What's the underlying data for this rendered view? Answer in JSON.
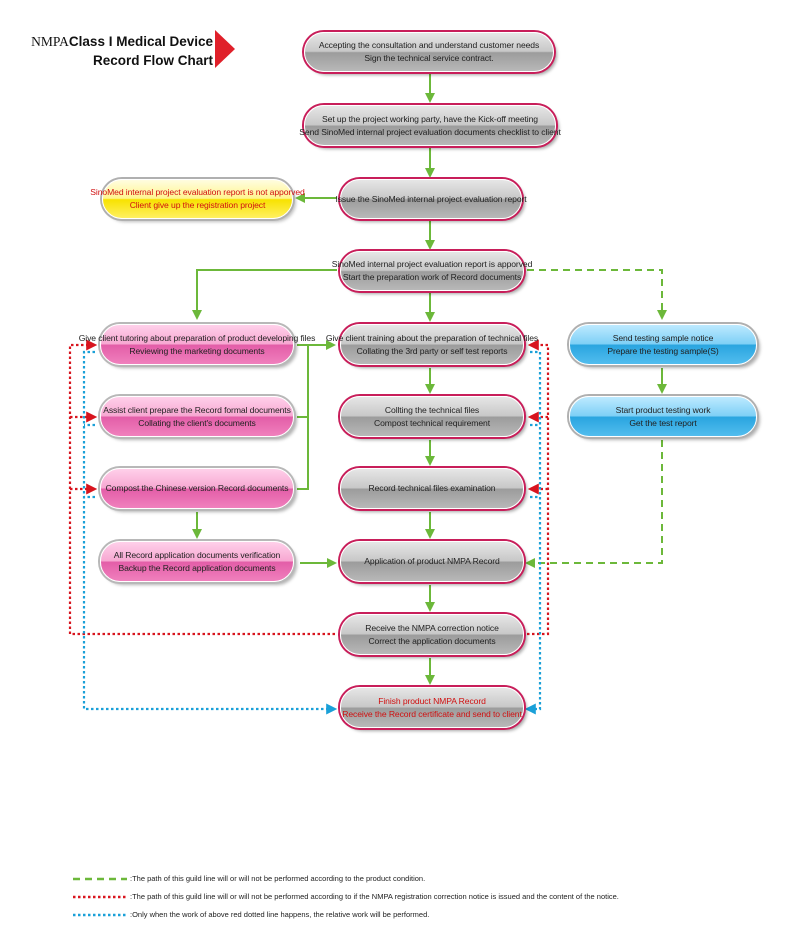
{
  "title": {
    "prefix": "NMPA",
    "line1_rest": "Class I Medical Device",
    "line2": "Record Flow Chart"
  },
  "steps": {
    "consultation": [
      "Accepting the consultation and understand customer needs",
      "Sign the technical service contract."
    ],
    "project_party": [
      "Set up the project working party, have the Kick-off meeting",
      "Send SinoMed internal project evaluation documents checklist to client"
    ],
    "evaluation_report": [
      "Issue the SinoMed internal project evaluation report"
    ],
    "not_approved": [
      "SinoMed internal project evaluation report is not apporved",
      "Client give up the registration project"
    ],
    "approved": [
      "SinoMed internal project evaluation report is apporved",
      "Start the preparation work of Record documents"
    ],
    "tutoring": [
      "Give client tutoring about preparation of product developing files",
      "Reviewing the marketing documents"
    ],
    "assist": [
      "Assist client prepare the Record formal documents",
      "Collating the client's documents"
    ],
    "chinese": [
      "Compost the Chinese version Record documents"
    ],
    "verification": [
      "All Record application documents verification",
      "Backup the Record application documents"
    ],
    "training": [
      "Give client training about the preparation of technical files",
      "Collating the 3rd party or self test reports"
    ],
    "collating": [
      "Collting the technical files",
      "Compost technical requirement"
    ],
    "examination": [
      "Record technical files examination"
    ],
    "application": [
      "Application of product NMPA Record"
    ],
    "correction": [
      "Receive the NMPA correction notice",
      "Correct the application documents"
    ],
    "finish": [
      "Finish product NMPA Record",
      "Receive the Record certificate and send to client"
    ],
    "testing_notice": [
      "Send testing sample notice",
      "Prepare the testing sample(S)"
    ],
    "testing_work": [
      "Start product testing work",
      "Get the test report"
    ]
  },
  "legend": [
    ":The path of this guild line will or will not be performed according to the product condition.",
    ":The path of this guild line will or will not be performed according to if the NMPA registration correction notice is issued and the content of the notice.",
    ":Only when the work of above red dotted line happens, the relative work will be performed."
  ],
  "colors": {
    "green": "#6cb83a",
    "red": "#d8141e",
    "blue": "#1aa0d8",
    "title_arrow": "#e0202a",
    "gray_box_outline": "#c81e5a"
  }
}
